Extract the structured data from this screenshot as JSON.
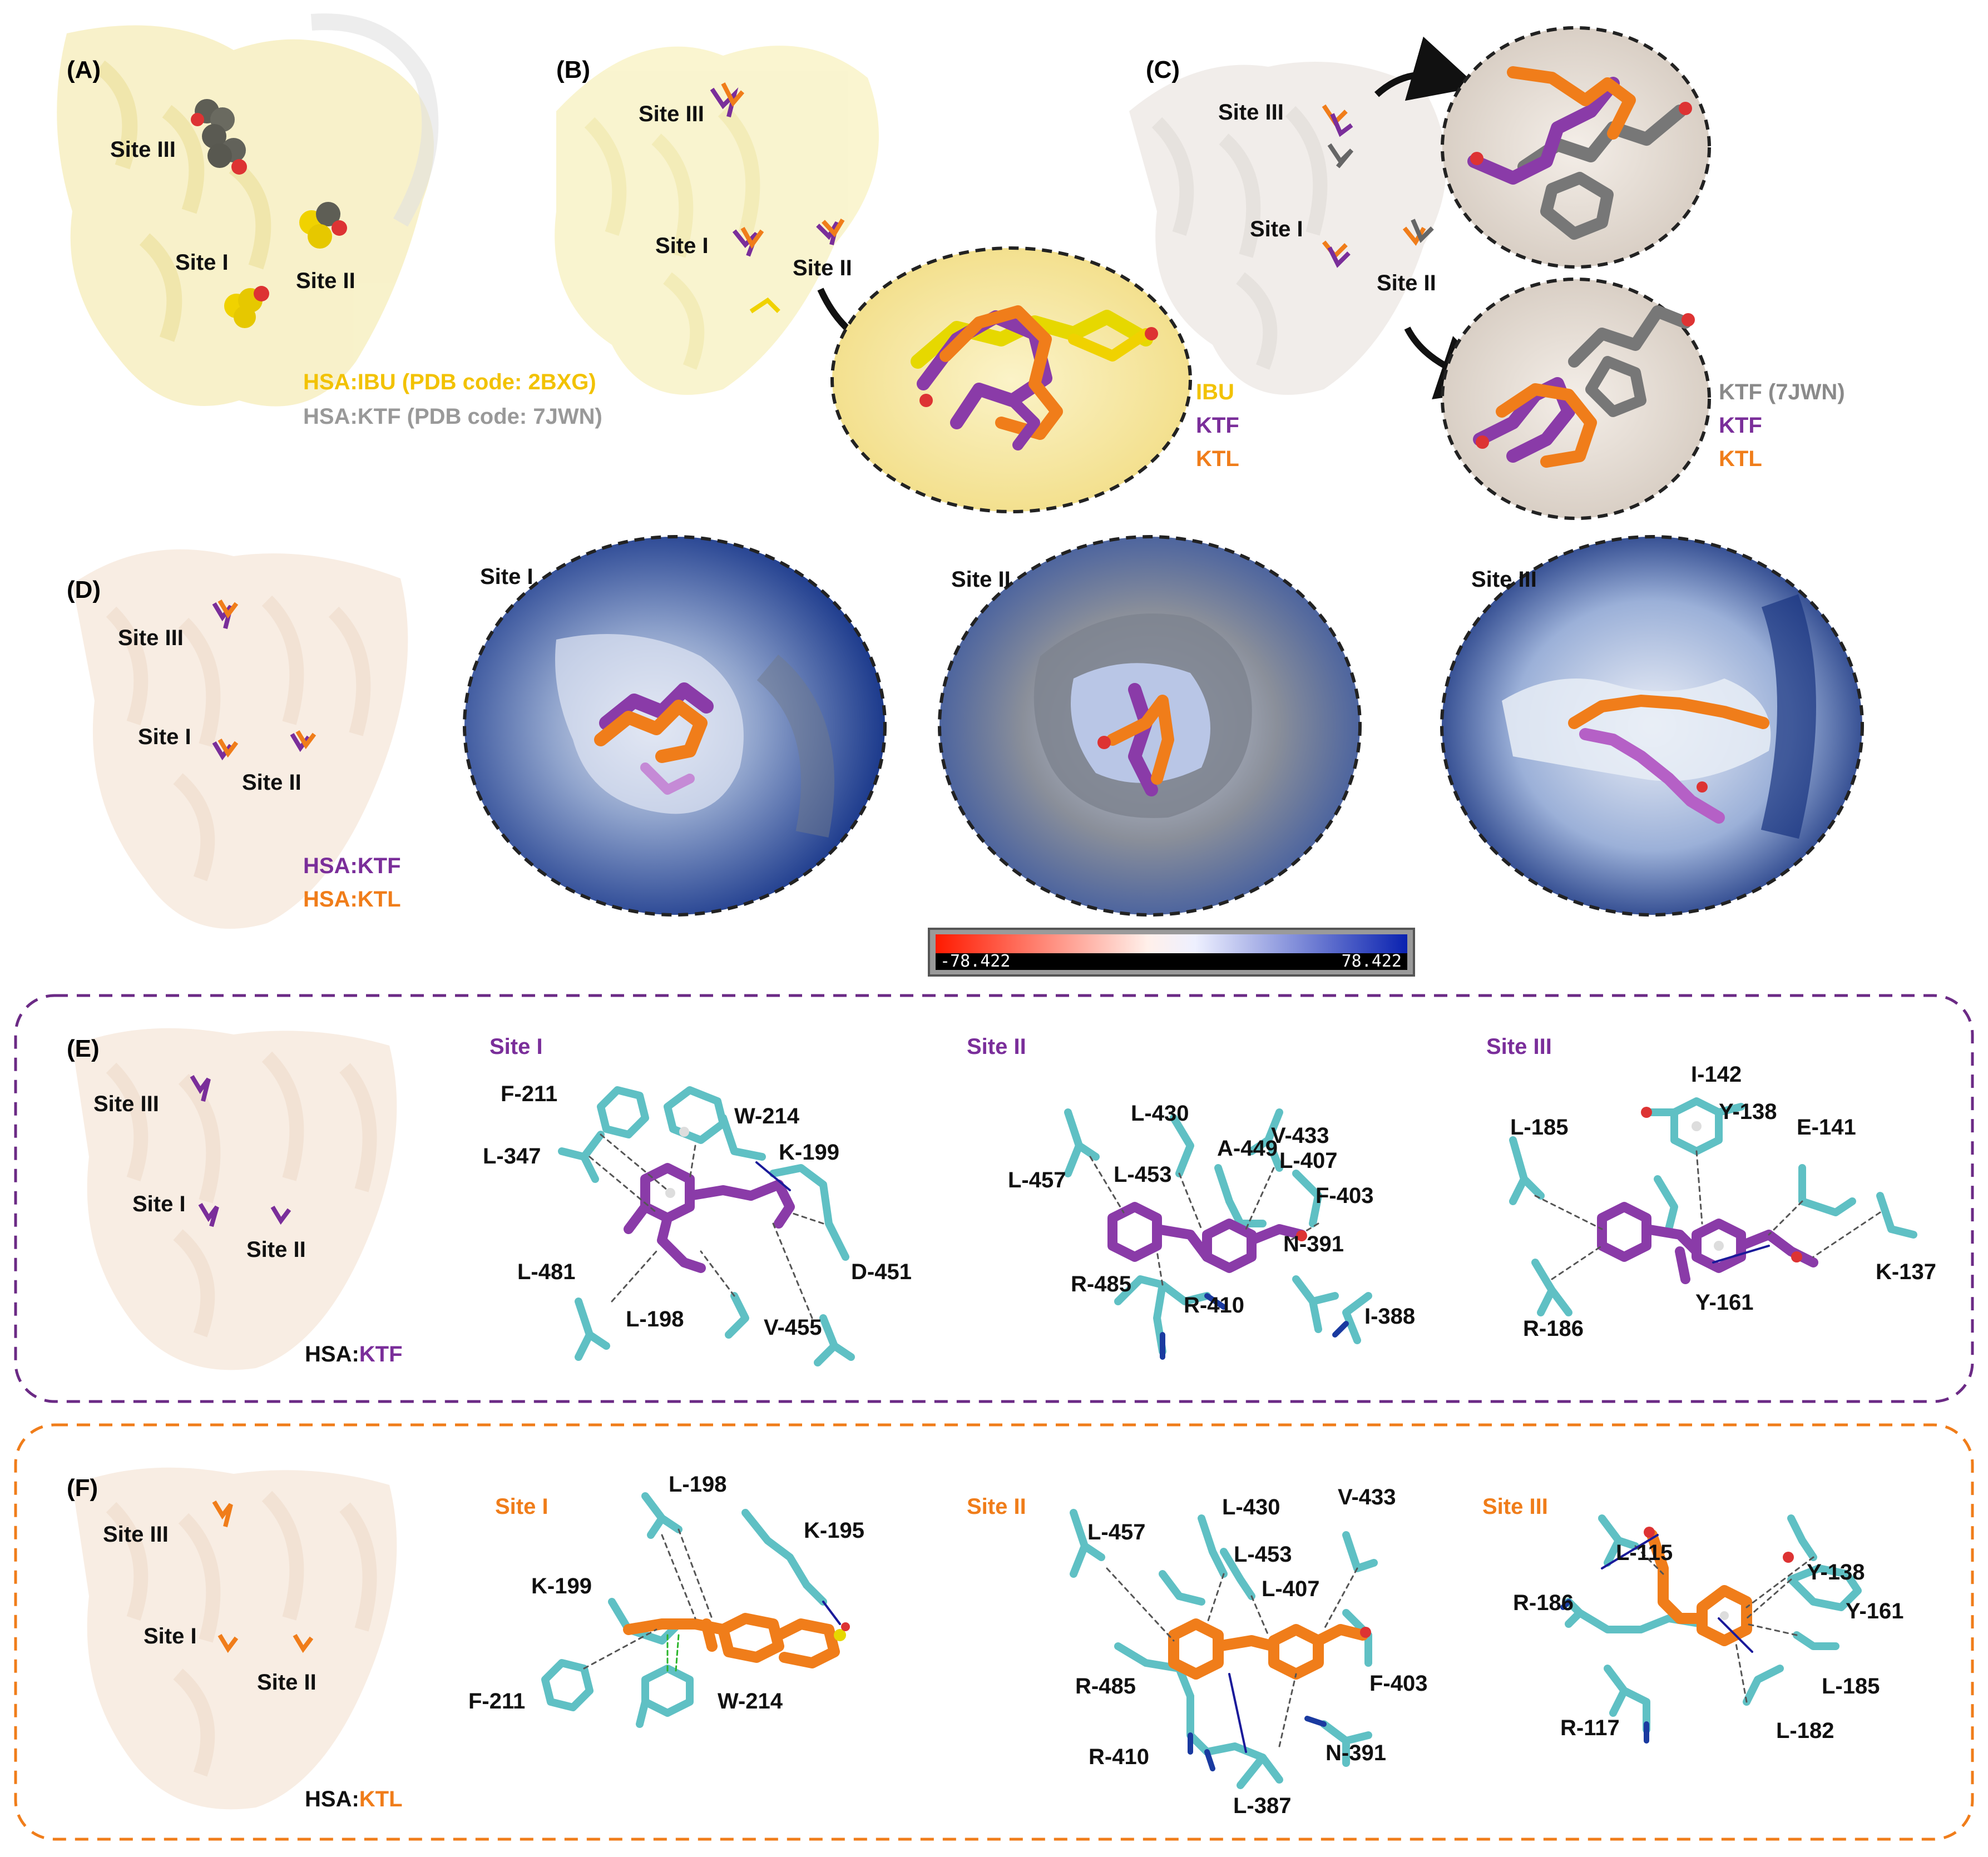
{
  "panels": {
    "A": {
      "label": "(A)",
      "sites": [
        "Site III",
        "Site I",
        "Site II"
      ],
      "legend": [
        "HSA:IBU (PDB code: 2BXG)",
        "HSA:KTF (PDB code: 7JWN)"
      ]
    },
    "B": {
      "label": "(B)",
      "sites": [
        "Site III",
        "Site I",
        "Site II"
      ],
      "legend": [
        "IBU",
        "KTF",
        "KTL"
      ]
    },
    "C": {
      "label": "(C)",
      "sites": [
        "Site III",
        "Site I",
        "Site II"
      ],
      "legend": [
        "KTF (7JWN)",
        "KTF",
        "KTL"
      ]
    },
    "D": {
      "label": "(D)",
      "sites": [
        "Site III",
        "Site I",
        "Site II"
      ],
      "legend": [
        "HSA:KTF",
        "HSA:KTL"
      ],
      "zoom_titles": [
        "Site I",
        "Site II",
        "Site III"
      ]
    },
    "E": {
      "label": "(E)",
      "sites": [
        "Site III",
        "Site I",
        "Site II"
      ],
      "tag_prefix": "HSA:",
      "tag_ligand": "KTF",
      "site_titles": [
        "Site I",
        "Site II",
        "Site III"
      ],
      "site1_residues": [
        "F-211",
        "W-214",
        "K-199",
        "L-347",
        "L-481",
        "D-451",
        "L-198",
        "V-455"
      ],
      "site2_residues": [
        "L-430",
        "V-433",
        "A-449",
        "L-407",
        "L-457",
        "L-453",
        "F-403",
        "N-391",
        "R-485",
        "R-410",
        "I-388"
      ],
      "site3_residues": [
        "I-142",
        "Y-138",
        "L-185",
        "E-141",
        "K-137",
        "R-186",
        "Y-161"
      ]
    },
    "F": {
      "label": "(F)",
      "sites": [
        "Site III",
        "Site I",
        "Site II"
      ],
      "tag_prefix": "HSA:",
      "tag_ligand": "KTL",
      "site_titles": [
        "Site I",
        "Site II",
        "Site III"
      ],
      "site1_residues": [
        "L-198",
        "K-195",
        "K-199",
        "F-211",
        "W-214"
      ],
      "site2_residues": [
        "V-433",
        "L-430",
        "L-457",
        "L-453",
        "L-407",
        "R-485",
        "F-403",
        "R-410",
        "N-391",
        "L-387"
      ],
      "site3_residues": [
        "L-115",
        "Y-138",
        "R-186",
        "Y-161",
        "L-185",
        "R-117",
        "L-182"
      ]
    }
  },
  "colorbar": {
    "min": "-78.422",
    "max": "78.422"
  },
  "colors": {
    "ktf": "#7a2e9a",
    "ktl": "#f07d1a",
    "ibu": "#f2c200",
    "grey": "#8a8a8a",
    "residue": "#5fc0c4",
    "protein_beige": "#e8c9ad",
    "protein_yellow": "#f5e98a",
    "frame_E": "#6b2a85",
    "frame_F": "#f07d1a"
  }
}
